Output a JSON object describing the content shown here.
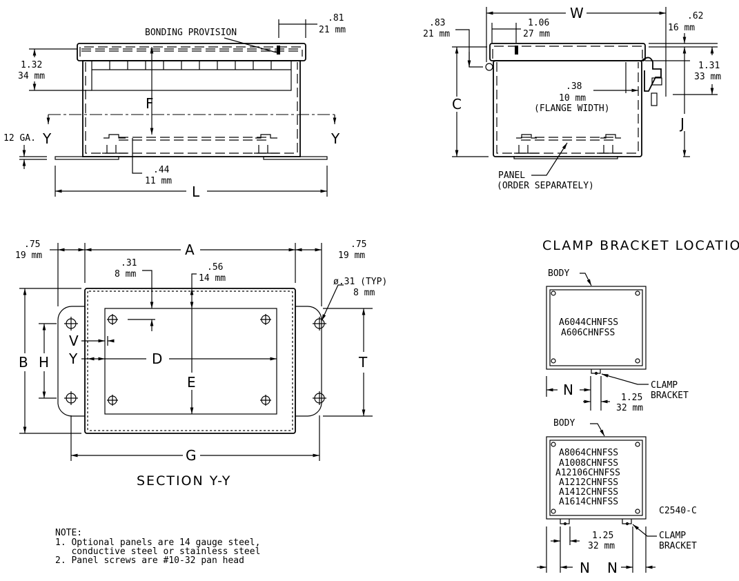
{
  "side_view": {
    "bonding_label": "BONDING PROVISION",
    "dim_081_in": ".81",
    "dim_081_mm": "21 mm",
    "dim_132_in": "1.32",
    "dim_132_mm": "34 mm",
    "label_f": "F",
    "gauge_label": "12 GA.",
    "section_y_left": "Y",
    "section_y_right": "Y",
    "dim_044_in": ".44",
    "dim_044_mm": "11 mm",
    "label_l": "L"
  },
  "end_view": {
    "label_w": "W",
    "dim_083_in": ".83",
    "dim_083_mm": "21 mm",
    "dim_106_in": "1.06",
    "dim_106_mm": "27 mm",
    "dim_062_in": ".62",
    "dim_062_mm": "16 mm",
    "dim_131_in": "1.31",
    "dim_131_mm": "33 mm",
    "dim_038_in": ".38",
    "dim_038_mm": "10 mm",
    "flange_label": "(FLANGE WIDTH)",
    "label_c": "C",
    "label_j": "J",
    "panel_label": "PANEL",
    "panel_note": "(ORDER SEPARATELY)"
  },
  "section": {
    "title": "SECTION Y-Y",
    "dim_075l_in": ".75",
    "dim_075l_mm": "19 mm",
    "dim_075r_in": ".75",
    "dim_075r_mm": "19 mm",
    "label_a": "A",
    "dim_031_in": ".31",
    "dim_031_mm": "8 mm",
    "dim_056_in": ".56",
    "dim_056_mm": "14 mm",
    "hole_dia": "ø.31 (TYP)",
    "hole_dia_mm": "8 mm",
    "label_b": "B",
    "label_h": "H",
    "label_v": "V",
    "label_y": "Y",
    "label_d": "D",
    "label_e": "E",
    "label_t": "T",
    "label_g": "G"
  },
  "notes": {
    "heading": "NOTE:",
    "items": [
      "1. Optional panels are 14 gauge steel,",
      "   conductive steel or stainless steel",
      "2. Panel screws are #10-32 pan head"
    ]
  },
  "clamp": {
    "title": "CLAMP BRACKET LOCATIONS",
    "body_label_1": "BODY",
    "models_1": [
      "A6044CHNFSS",
      "A606CHNFSS"
    ],
    "bracket_label_1a": "CLAMP",
    "bracket_label_1b": "BRACKET",
    "label_n1": "N",
    "dim_125_in_1": "1.25",
    "dim_125_mm_1": "32 mm",
    "body_label_2": "BODY",
    "models_2": [
      "A8064CHNFSS",
      "A1008CHNFSS",
      "A12106CHNFSS",
      "A1212CHNFSS",
      "A1412CHNFSS",
      "A1614CHNFSS"
    ],
    "drawing_no": "C2540-C",
    "bracket_label_2a": "CLAMP",
    "bracket_label_2b": "BRACKET",
    "dim_125_in_2": "1.25",
    "dim_125_mm_2": "32 mm",
    "label_n2a": "N",
    "label_n2b": "N"
  }
}
